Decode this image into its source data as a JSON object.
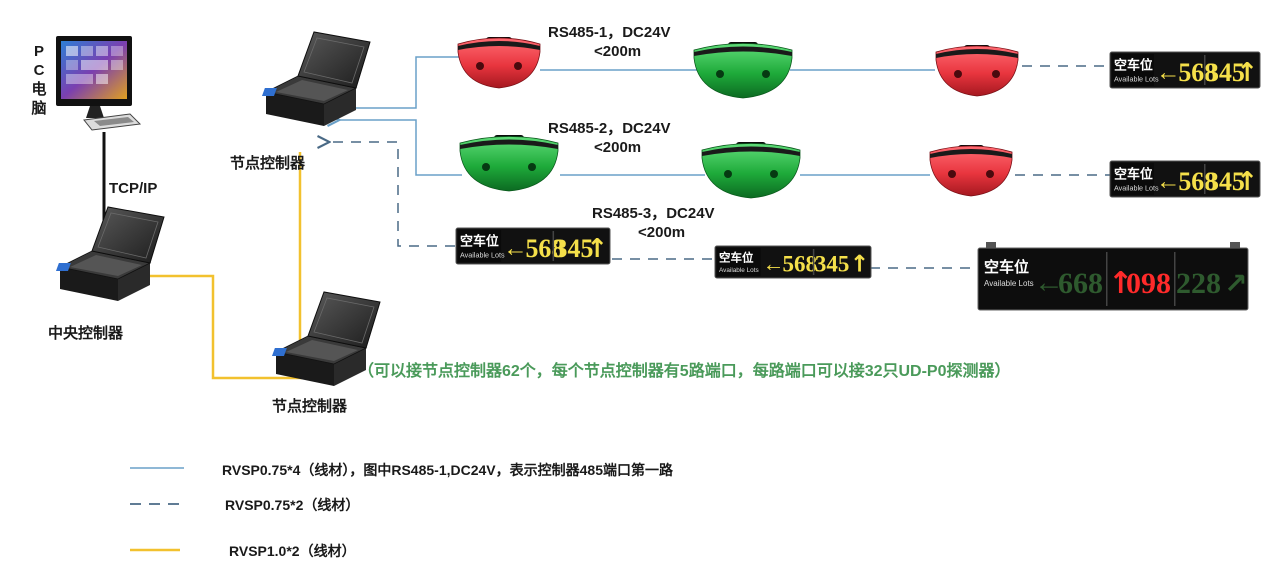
{
  "colors": {
    "solid_line": "#6aa0c8",
    "dashed_line": "#4a6a86",
    "yellow_line": "#f2c12e",
    "tcp_line": "#111111",
    "red_detector": "#e8353e",
    "green_detector": "#1eaa3a",
    "note_text": "#4a9a5a",
    "sign_yellow": "#f5e04a",
    "sign_red": "#ff2a2a",
    "sign_dim_green": "#2e5a2e"
  },
  "pc": {
    "label_chars": [
      "P",
      "C",
      "电",
      "脑"
    ]
  },
  "tcp_label": "TCP/IP",
  "central_controller": {
    "label": "中央控制器"
  },
  "node_controllers": {
    "top_label": "节点控制器",
    "bottom_label": "节点控制器"
  },
  "buses": [
    {
      "label": "RS485-1，DC24V",
      "distance": "<200m"
    },
    {
      "label": "RS485-2，DC24V",
      "distance": "<200m"
    },
    {
      "label": "RS485-3，DC24V",
      "distance": "<200m"
    }
  ],
  "signs": {
    "title": "空车位",
    "subtitle": "Available Lots",
    "small": {
      "left_value": "568",
      "right_value": "345"
    },
    "large": {
      "left_value": "668",
      "middle_value": "098",
      "right_value": "228"
    }
  },
  "note": "（可以接节点控制器62个，每个节点控制器有5路端口，每路端口可以接32只UD-P0探测器）",
  "legend": [
    {
      "style": "solid-blue",
      "text": "RVSP0.75*4（线材），图中RS485-1,DC24V，表示控制器485端口第一路"
    },
    {
      "style": "dashed-blue",
      "text": "RVSP0.75*2（线材）"
    },
    {
      "style": "solid-yellow",
      "text": "RVSP1.0*2（线材）"
    }
  ],
  "icons": {
    "pc": "desktop-computer-icon",
    "controller": "controller-box-icon",
    "detector": "ultrasonic-detector-icon",
    "sign": "guidance-sign-icon"
  }
}
